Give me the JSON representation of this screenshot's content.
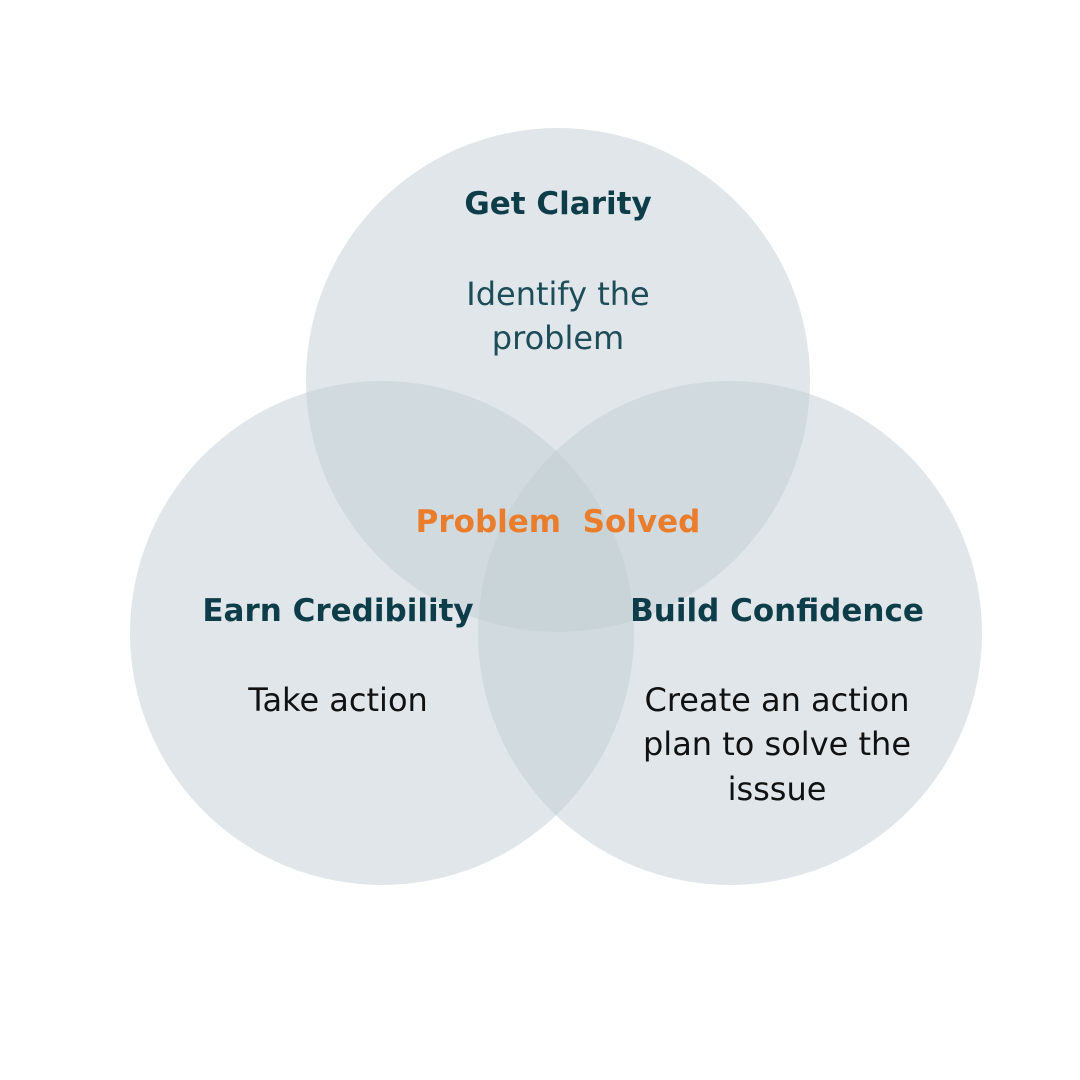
{
  "colors": {
    "circle_fill": "#c2ced3",
    "title_color": "#0e3d4a",
    "center_color": "#ea7d2c",
    "top_desc_color": "#1d4d58",
    "desc_color": "#111111"
  },
  "center_label": "Problem  Solved",
  "circles": [
    {
      "title": "Get Clarity",
      "description_lines": [
        "Identify the",
        "problem"
      ]
    },
    {
      "title": "Earn Credibility",
      "description_lines": [
        "Take action"
      ]
    },
    {
      "title": "Build Confidence",
      "description_lines": [
        "Create an action",
        "plan to solve the",
        "isssue"
      ]
    }
  ]
}
